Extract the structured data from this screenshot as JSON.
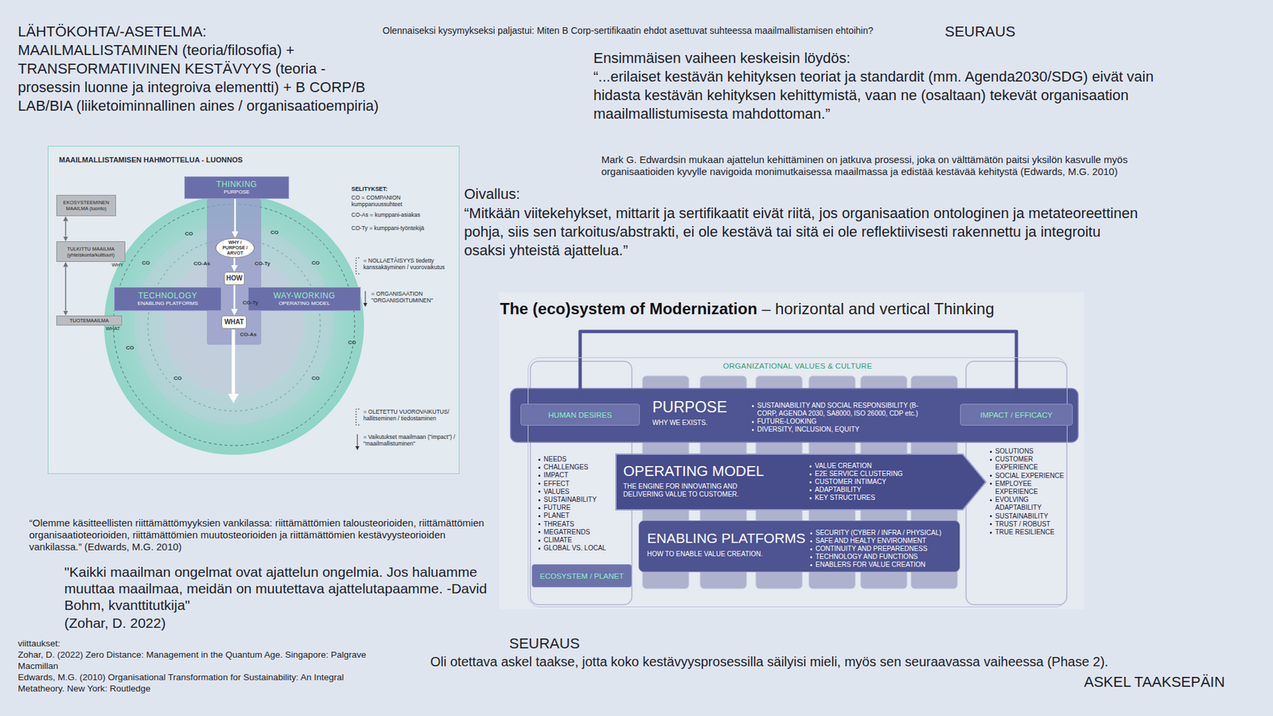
{
  "diagram": {
    "nodes": [
      {
        "text": [
          "MAAILMALLISTAMISEN HAHMOTTELUA - LUONNOS"
        ]
      },
      {
        "text": [
          "THINKING",
          "PURPOSE"
        ],
        "in": 0
      },
      {
        "text": [
          "WHY / PURPOSE / ARVOT"
        ],
        "in": 0
      },
      {
        "text": [
          "HOW"
        ],
        "in": 0
      },
      {
        "text": [
          "WHAT"
        ],
        "in": 0
      },
      {
        "text": [
          "TECHNOLOGY",
          "ENABLING PLATFORMS"
        ],
        "in": 0
      },
      {
        "text": [
          "WAY-WORKING",
          "OPERATING MODEL"
        ],
        "in": 0
      },
      {
        "text": [
          "EKOSYSTEEMINEN MAAILMA (luonto)"
        ],
        "in": 0
      },
      {
        "text": [
          "TULKITTU MAAILMA (yhteiskunta/kulttuuri)",
          "WHY"
        ],
        "in": 0
      },
      {
        "text": [
          "TUOTEMAAILMA",
          "WHAT"
        ],
        "in": 0
      },
      {
        "text": [
          "ORGANIZATIONAL VALUES & CULTURE"
        ]
      },
      {
        "text": [
          "PURPOSE",
          "WHY WE EXISTS.",
          "SUSTAINABILITY AND SOCIAL RESPONSIBILITY (B-CORP, AGENDA 2030, SA8000, ISO 26000, CDP etc.)",
          "FUTURE-LOOKING",
          "DIVERSITY, INCLUSION, EQUITY"
        ],
        "in": 10
      },
      {
        "text": [
          "HUMAN DESIRES"
        ],
        "in": 11
      },
      {
        "text": [
          "IMPACT / EFFICACY"
        ],
        "in": 11
      },
      {
        "text": [
          "NEEDS",
          "CHALLENGES",
          "IMPACT",
          "EFFECT",
          "VALUES",
          "SUSTAINABILITY",
          "FUTURE",
          "PLANET",
          "THREATS",
          "MEGATRENDS",
          "CLIMATE",
          "GLOBAL VS. LOCAL"
        ],
        "in": 10
      },
      {
        "text": [
          "ECOSYSTEM / PLANET"
        ],
        "in": 14
      },
      {
        "text": [
          "OPERATING MODEL",
          "THE ENGINE FOR INNOVATING AND DELIVERING VALUE TO CUSTOMER.",
          "VALUE CREATION",
          "E2E SERVICE CLUSTERING",
          "CUSTOMER INTIMACY",
          "ADAPTABILITY",
          "KEY STRUCTURES"
        ],
        "in": 10
      },
      {
        "text": [
          "ENABLING PLATFORMS",
          "HOW TO ENABLE VALUE CREATION.",
          "SECURITY (CYBER / INFRA / PHYSICAL)",
          "SAFE AND HEALTY ENVIRONMENT",
          "CONTINUITY AND PREPAREDNESS",
          "TECHNOLOGY AND FUNCTIONS",
          "ENABLERS FOR VALUE CREATION"
        ],
        "in": 10
      },
      {
        "text": [
          "SOLUTIONS",
          "CUSTOMER EXPERIENCE",
          "SOCIAL EXPERIENCE",
          "EMPLOYEE EXPERIENCE",
          "EVOLVING ADAPTABILITY",
          "SUSTAINABILITY",
          "TRUST / ROBUST",
          "TRUE RESILIENCE"
        ],
        "in": 10
      }
    ],
    "edges": [
      {
        "from": 1,
        "to": 2,
        "arrow": "to"
      },
      {
        "from": 2,
        "to": 3,
        "arrow": "to"
      },
      {
        "from": 3,
        "to": 4,
        "arrow": "to"
      },
      {
        "from": 7,
        "to": 8,
        "arrow": "both"
      },
      {
        "from": 8,
        "to": 9,
        "arrow": "both"
      },
      {
        "from": 13,
        "to": 12,
        "arrow": "to"
      }
    ],
    "labels": [
      "LÄHTÖKOHTA/-ASETELMA:",
      "MAAILMALLISTAMINEN (teoria/filosofia) + TRANSFORMATIIVINEN KESTÄVYYS (teoria - prosessin luonne ja integroiva elementti) + B CORP/B LAB/BIA (liiketoiminnallinen aines / organisaatioempiria)",
      "Olennaiseksi kysymykseksi paljastui: Miten B Corp-sertifikaatin ehdot asettuvat suhteessa maailmallistamisen ehtoihin?",
      "SEURAUS",
      "Ensimmäisen vaiheen keskeisin löydös:",
      "“...erilaiset kestävän kehityksen teoriat ja standardit (mm. Agenda2030/SDG) eivät vain hidasta kestävän kehityksen kehittymistä, vaan ne (osaltaan) tekevät organisaation maailmallistumisesta mahdottoman.”",
      "Mark G. Edwardsin mukaan ajattelun kehittäminen on jatkuva prosessi, joka on välttämätön paitsi yksilön kasvulle myös organisaatioiden kyvylle navigoida monimutkaisessa maailmassa ja edistää kestävää kehitystä (Edwards, M.G. 2010)",
      "Oivallus:",
      "“Mitkään viitekehykset, mittarit ja sertifikaatit eivät riitä, jos organisaation ontologinen ja metateoreettinen pohja, siis sen tarkoitus/abstrakti, ei ole kestävä tai sitä ei ole reflektiivisesti rakennettu ja integroitu osaksi yhteistä ajattelua.”",
      "The (eco)system of Modernization",
      "– horizontal and vertical Thinking",
      "“Olemme käsitteellisten riittämättömyyksien vankilassa: riittämättömien talousteorioiden, riittämättömien organisaatioteorioiden, riittämättömien muutosteorioiden ja riittämättömien kestävyysteorioiden vankilassa.” (Edwards, M.G. 2010)",
      "\"Kaikki maailman ongelmat ovat ajattelun ongelmia. Jos haluamme muuttaa maailmaa, meidän on muutettava ajattelutapaamme. -David Bohm, kvanttitutkija\"",
      "(Zohar, D. 2022)",
      "viittaukset:",
      "Zohar, D. (2022) Zero Distance: Management in the Quantum Age. Singapore: Palgrave Macmillan",
      "Edwards, M.G. (2010) Organisational Transformation for Sustainability: An Integral Metatheory. New York: Routledge",
      "SEURAUS",
      "Oli otettava askel taakse, jotta koko kestävyysprosessilla säilyisi mieli, myös sen seuraavassa vaiheessa (Phase 2).",
      "ASKEL TAAKSEPÄIN",
      "SELITYKSET:",
      "CO = COMPANION kumppanuussuhteet",
      "CO-As = kumppani-asiakas",
      "CO-Ty = kumppani-työntekijä",
      "CO",
      "CO",
      "CO",
      "CO",
      "CO",
      "CO",
      "CO",
      "CO",
      "CO-As",
      "CO-Ty",
      "CO-Ty",
      "CO-As"
    ],
    "legend": [
      {
        "text": "= NOLLAETÄISYYS tiedetty kanssakäyminen / vuorovaikutus"
      },
      {
        "text": "= ORGANISAATION \"ORGANISOITUMINEN\""
      },
      {
        "text": "= OLETETTU VUOROVAIKUTUS/ hallitseminen / tiedostaminen"
      },
      {
        "text": "= Vaikutukset maailmaan (\"impact\") / \"maailmallistuminen\""
      }
    ]
  }
}
